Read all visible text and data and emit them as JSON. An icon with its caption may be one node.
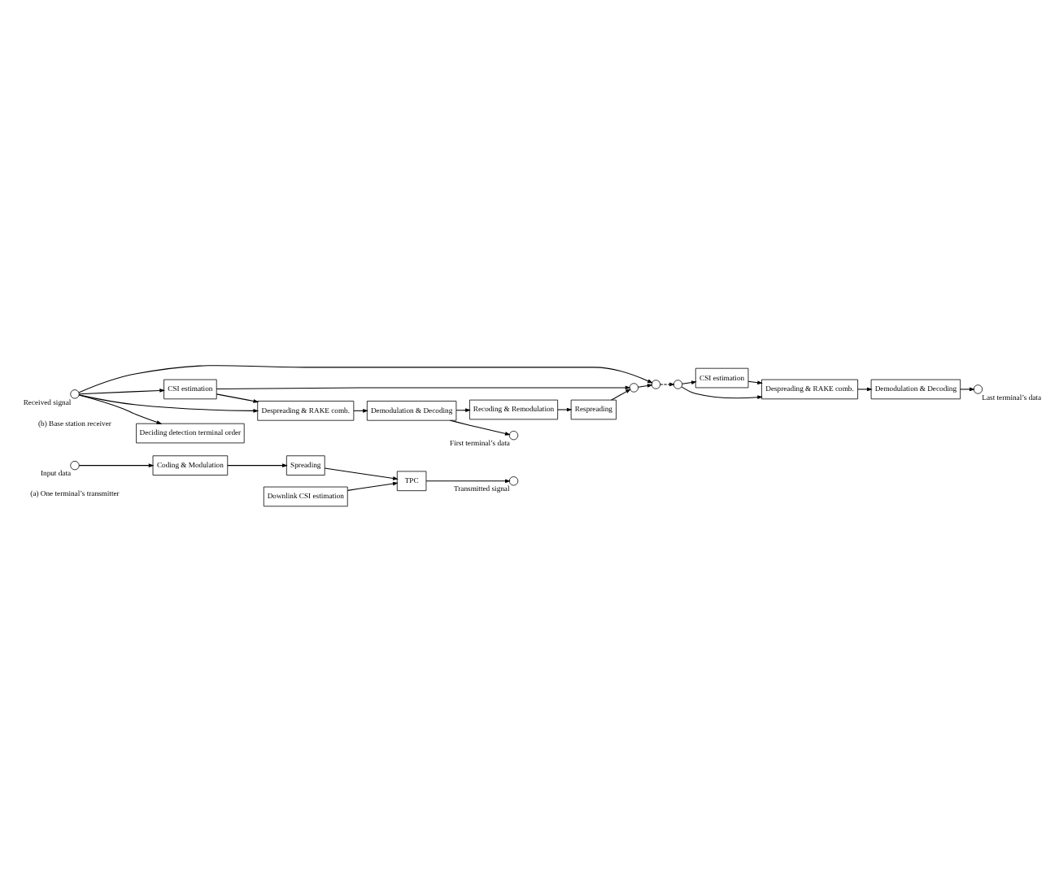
{
  "diagram": {
    "nodes": [
      {
        "text": [],
        "shape": "circle",
        "beside": [
          "Input data"
        ]
      },
      {
        "text": [
          "Coding & Modulation"
        ]
      },
      {
        "text": [
          "Spreading"
        ]
      },
      {
        "text": [
          "Downlink CSI estimation"
        ]
      },
      {
        "text": [
          "TPC"
        ]
      },
      {
        "text": [],
        "shape": "circle",
        "beside": [
          "Transmitted signal"
        ]
      },
      {
        "text": [],
        "shape": "circle",
        "beside": [
          "Received signal"
        ]
      },
      {
        "text": [
          "Deciding detection terminal order"
        ]
      },
      {
        "text": [
          "Despreading & RAKE comb."
        ]
      },
      {
        "text": [
          "CSI estimation"
        ]
      },
      {
        "text": [
          "Demodulation & Decoding"
        ]
      },
      {
        "text": [],
        "shape": "circle",
        "beside": [
          "First terminal’s data"
        ]
      },
      {
        "text": [
          "Recoding & Remodulation"
        ]
      },
      {
        "text": [
          "Respreading"
        ]
      },
      {
        "text": [],
        "shape": "circle"
      },
      {
        "text": [],
        "shape": "circle"
      },
      {
        "text": [],
        "shape": "circle"
      },
      {
        "text": [
          "Despreading & RAKE comb."
        ]
      },
      {
        "text": [
          "CSI estimation"
        ]
      },
      {
        "text": [
          "Demodulation & Decoding"
        ]
      },
      {
        "text": [],
        "shape": "circle",
        "beside": [
          "Last terminal’s data"
        ]
      }
    ],
    "edges": [
      {
        "from": 0,
        "to": 1,
        "arrow": "to"
      },
      {
        "from": 1,
        "to": 2,
        "arrow": "to"
      },
      {
        "from": 2,
        "to": 4,
        "arrow": "to"
      },
      {
        "from": 3,
        "to": 4,
        "arrow": "to"
      },
      {
        "from": 4,
        "to": 5,
        "arrow": "to"
      },
      {
        "from": 6,
        "to": 7,
        "arrow": "to"
      },
      {
        "from": 6,
        "to": 8,
        "arrow": "to"
      },
      {
        "from": 6,
        "to": 9,
        "arrow": "to"
      },
      {
        "from": 9,
        "to": 8,
        "arrow": "to"
      },
      {
        "from": 8,
        "to": 10,
        "arrow": "to"
      },
      {
        "from": 10,
        "to": 11,
        "arrow": "to"
      },
      {
        "from": 10,
        "to": 12,
        "arrow": "to"
      },
      {
        "from": 12,
        "to": 13,
        "arrow": "to"
      },
      {
        "from": 13,
        "to": 14,
        "arrow": "to"
      },
      {
        "from": 9,
        "to": 14,
        "arrow": "to"
      },
      {
        "from": 14,
        "to": 15,
        "arrow": "to"
      },
      {
        "from": 6,
        "to": 15,
        "arrow": "to"
      },
      {
        "from": 15,
        "to": 16,
        "arrow": "to",
        "style": "dashed"
      },
      {
        "from": 16,
        "to": 17,
        "arrow": "to"
      },
      {
        "from": 16,
        "to": 18,
        "arrow": "to"
      },
      {
        "from": 18,
        "to": 17,
        "arrow": "to"
      },
      {
        "from": 17,
        "to": 19,
        "arrow": "to"
      },
      {
        "from": 19,
        "to": 20,
        "arrow": "to"
      }
    ],
    "labels": [
      "(a) One terminal’s transmitter",
      "(b) Base station receiver"
    ]
  }
}
